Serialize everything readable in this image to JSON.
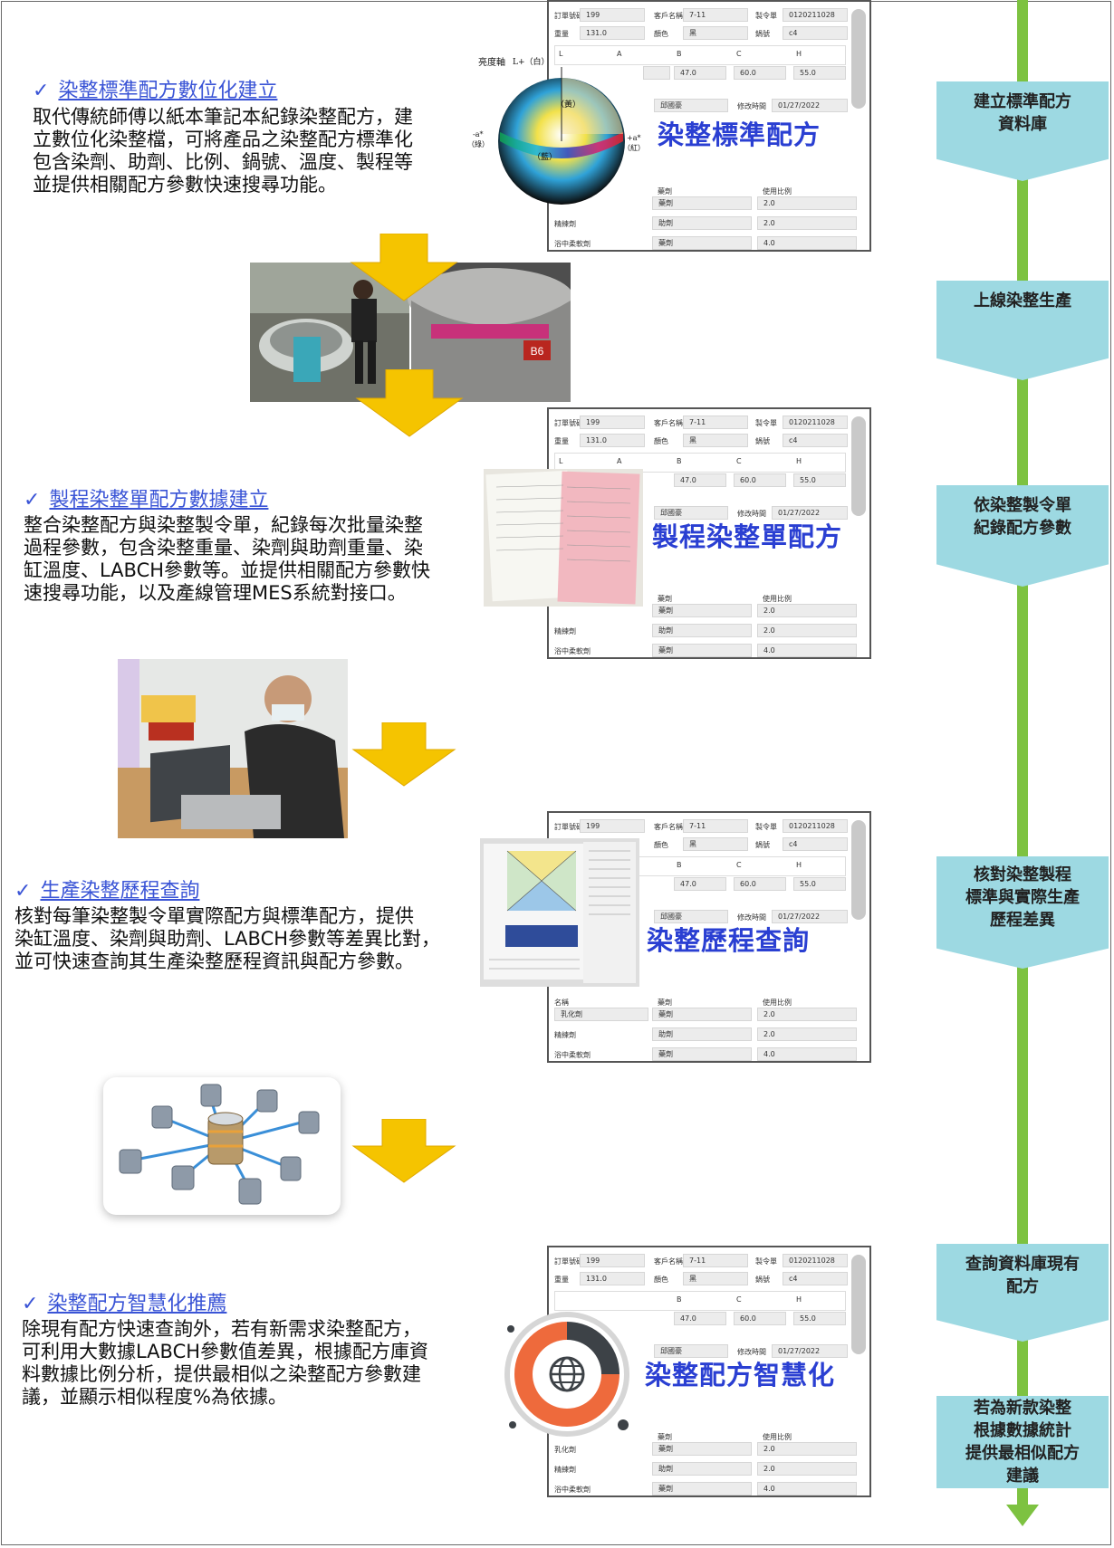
{
  "sections": [
    {
      "title": "染整標準配方數位化建立",
      "lines": [
        "取代傳統師傅以紙本筆記本紀錄染整配方，建",
        "立數位化染整檔，可將產品之染整配方標準化",
        "包含染劑、助劑、比例、鍋號、溫度、製程等",
        "並提供相關配方參數快速搜尋功能。"
      ],
      "panel_label": "染整標準配方"
    },
    {
      "title": "製程染整單配方數據建立",
      "lines": [
        "整合染整配方與染整製令單，紀錄每次批量染整",
        "過程參數，包含染整重量、染劑與助劑重量、染",
        "缸溫度、LABCH參數等。並提供相關配方參數快",
        "速搜尋功能，以及產線管理MES系統對接口。"
      ],
      "panel_label": "製程染整單配方"
    },
    {
      "title": "生產染整歷程查詢",
      "lines": [
        "核對每筆染整製令單實際配方與標準配方，提供",
        "染缸溫度、染劑與助劑、LABCH參數等差異比對，",
        "並可快速查詢其生產染整歷程資訊與配方參數。"
      ],
      "panel_label": "染整歷程查詢"
    },
    {
      "title": "染整配方智慧化推薦",
      "lines": [
        "除現有配方快速查詢外，若有新需求染整配方，",
        "可利用大數據LABCH參數值差異，根據配方庫資",
        "料數據比例分析，提供最相似之染整配方參數建",
        "議，並顯示相似程度%為依據。"
      ],
      "panel_label": "染整配方智慧化"
    }
  ],
  "check_mark": "✓",
  "color_sphere": {
    "axis_label": "亮度軸",
    "white": "L+（白）",
    "yellow": "（黃）",
    "green": "（綠）",
    "red": "（紅）",
    "blue": "（藍）",
    "green_sign": "-a*",
    "red_sign": "+a*"
  },
  "form": {
    "order_no_label": "訂單號碼",
    "order_no": "199",
    "customer_label": "客戶名稱",
    "customer": "7-11",
    "work_order_label": "製令單",
    "work_order": "0120211028",
    "weight_label": "重量",
    "weight": "131.0",
    "color_label": "顏色",
    "color": "黑",
    "vat_label": "鍋號",
    "vat": "c4",
    "col_l": "L",
    "col_a": "A",
    "col_b": "B",
    "col_c": "C",
    "col_h": "H",
    "val_b": "47.0",
    "val_c": "60.0",
    "val_h": "55.0",
    "editor": "邱國豪",
    "modified_label": "修改時間",
    "modified": "01/27/2022",
    "col_name": "名稱",
    "col_unit": "藥劑",
    "col_ratio": "使用比例",
    "rows": [
      {
        "name": "乳化劑",
        "unit": "藥劑",
        "ratio": "2.0"
      },
      {
        "name": "精練劑",
        "unit": "助劑",
        "ratio": "2.0"
      },
      {
        "name": "浴中柔軟劑",
        "unit": "藥劑",
        "ratio": "4.0"
      }
    ]
  },
  "timeline": [
    {
      "lines": [
        "建立標準配方",
        "資料庫"
      ]
    },
    {
      "lines": [
        "上線染整生產"
      ]
    },
    {
      "lines": [
        "依染整製令單",
        "紀錄配方參數"
      ]
    },
    {
      "lines": [
        "核對染整製程",
        "標準與實際生產",
        "歷程差異"
      ]
    },
    {
      "lines": [
        "查詢資料庫現有",
        "配方"
      ]
    },
    {
      "lines": [
        "若為新款染整",
        "根據數據統計",
        "提供最相似配方",
        "建議"
      ]
    }
  ],
  "vat_tag": "B6",
  "colors": {
    "accent_blue": "#2a3fd2",
    "title_blue": "#3a54d6",
    "timeline_green": "#7dc241",
    "timeline_box": "#9dd9e2",
    "arrow_yellow": "#f5c400"
  }
}
